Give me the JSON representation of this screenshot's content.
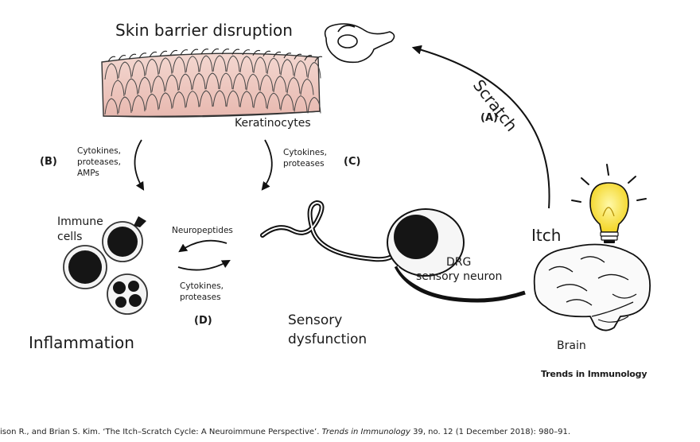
{
  "diagram": {
    "title_top": "Skin barrier disruption",
    "keratinocytes": "Keratinocytes",
    "scratch": "Scratch",
    "label_a": "(A)",
    "label_b": "(B)",
    "label_c": "(C)",
    "label_d": "(D)",
    "b_mediators": [
      "Cytokines,",
      "proteases,",
      "AMPs"
    ],
    "c_mediators": [
      "Cytokines,",
      "proteases"
    ],
    "immune_cells": [
      "Immune",
      "cells"
    ],
    "neuropeptides": "Neuropeptides",
    "d_mediators": [
      "Cytokines,",
      "proteases"
    ],
    "inflammation": "Inflammation",
    "sensory_dysfunction": [
      "Sensory",
      "dysfunction"
    ],
    "drg": [
      "DRG",
      "sensory neuron"
    ],
    "itch": "Itch",
    "brain": "Brain",
    "journal_logo": "Trends in Immunology"
  },
  "citation": {
    "before": "ison R., and Brian S. Kim. ‘The Itch–Scratch Cycle: A Neuroimmune Perspective’. ",
    "journal": "Trends in Immunology",
    "after": " 39, no. 12 (1 December 2018): 980–91."
  }
}
